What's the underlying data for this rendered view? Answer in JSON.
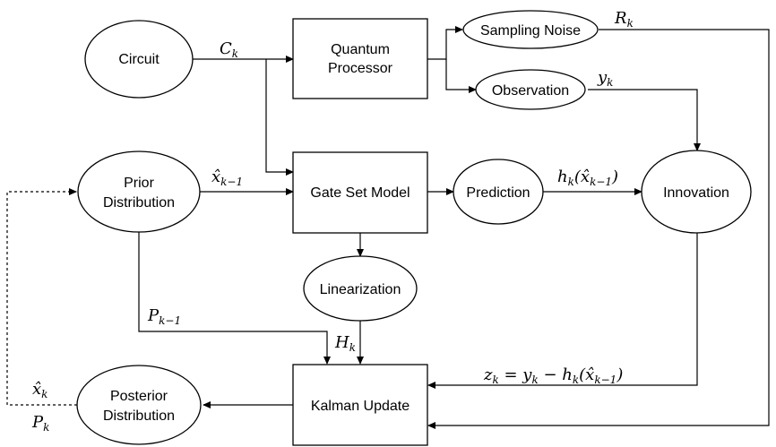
{
  "nodes": {
    "circuit": "Circuit",
    "quantum_processor": [
      "Quantum",
      "Processor"
    ],
    "sampling_noise": "Sampling Noise",
    "observation": "Observation",
    "prior_distribution": [
      "Prior",
      "Distribution"
    ],
    "gate_set_model": "Gate Set Model",
    "prediction": "Prediction",
    "innovation": "Innovation",
    "linearization": "Linearization",
    "posterior_distribution": [
      "Posterior",
      "Distribution"
    ],
    "kalman_update": "Kalman Update"
  },
  "edge_labels": {
    "c_k": {
      "main": "C",
      "sub": "k"
    },
    "r_k": {
      "main": "R",
      "sub": "k"
    },
    "y_k": {
      "main": "y",
      "sub": "k"
    },
    "x_prior": {
      "main": "x̂",
      "sub": "k−1"
    },
    "h_pred": {
      "main": "h",
      "sub": "k",
      "rest": "(x̂",
      "sub2": "k−1",
      "tail": ")"
    },
    "p_prior": {
      "main": "P",
      "sub": "k−1"
    },
    "h_k": {
      "main": "H",
      "sub": "k"
    },
    "z_k": {
      "text": "z",
      "sub": "k",
      "rest": " = y",
      "sub2": "k",
      "rest2": " − h",
      "sub3": "k",
      "rest3": "(x̂",
      "sub4": "k−1",
      "tail": ")"
    },
    "x_post": {
      "main": "x̂",
      "sub": "k"
    },
    "p_post": {
      "main": "P",
      "sub": "k"
    }
  }
}
